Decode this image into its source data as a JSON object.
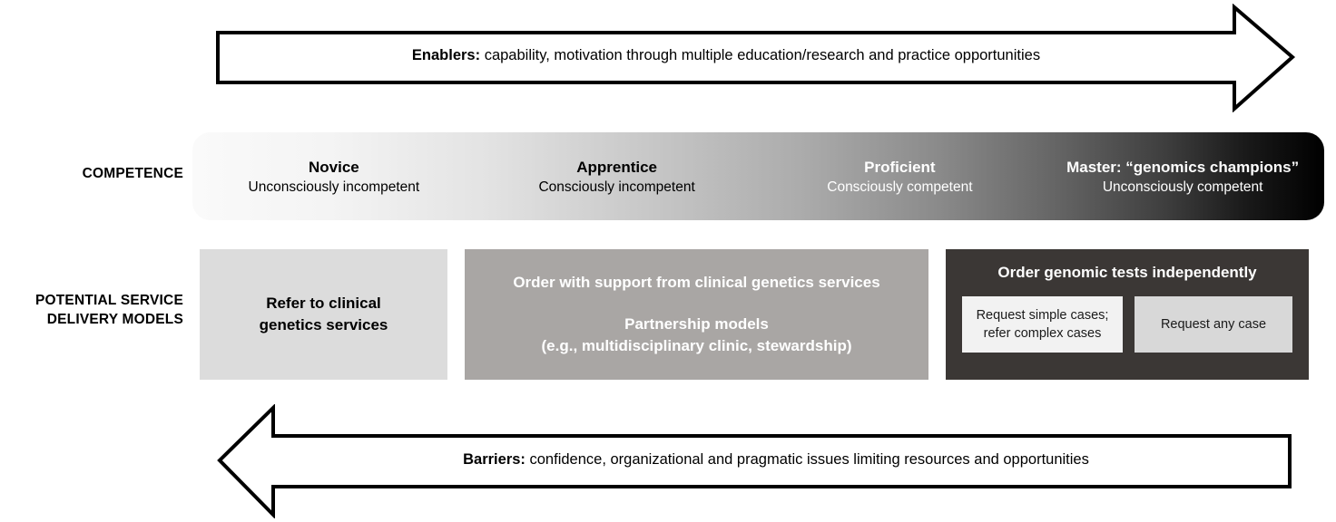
{
  "enablers": {
    "lead": "Enablers:",
    "text": " capability, motivation through multiple education/research and practice opportunities",
    "icon": "arrow-right-icon"
  },
  "barriers": {
    "lead": "Barriers:",
    "text": " confidence, organizational and pragmatic issues limiting resources and opportunities",
    "icon": "arrow-left-icon"
  },
  "rows": {
    "competence_label": "COMPETENCE",
    "service_label_line1": "POTENTIAL SERVICE",
    "service_label_line2": "DELIVERY MODELS"
  },
  "competence": {
    "stages": [
      {
        "title": "Novice",
        "subtitle": "Unconsciously incompetent"
      },
      {
        "title": "Apprentice",
        "subtitle": "Consciously incompetent"
      },
      {
        "title": "Proficient",
        "subtitle": "Consciously competent"
      },
      {
        "title": "Master: “genomics champions”",
        "subtitle": "Unconsciously competent"
      }
    ]
  },
  "service_models": {
    "box1": {
      "line1": "Refer to clinical",
      "line2": "genetics services"
    },
    "box2": {
      "line1": "Order with support from clinical genetics services",
      "line2": "Partnership models",
      "line3": "(e.g., multidisciplinary clinic, stewardship)"
    },
    "box3": {
      "title": "Order genomic tests independently",
      "inner1_line1": "Request simple cases;",
      "inner1_line2": "refer complex cases",
      "inner2": "Request any case"
    }
  },
  "colors": {
    "box1_bg": "#dcdcdc",
    "box2_bg": "#a9a6a4",
    "box3_bg": "#3b3735",
    "inner1_bg": "#f2f2f2",
    "inner2_bg": "#d8d8d8",
    "gradient_start": "#fafafa",
    "gradient_end": "#000000",
    "arrow_stroke": "#000000"
  }
}
